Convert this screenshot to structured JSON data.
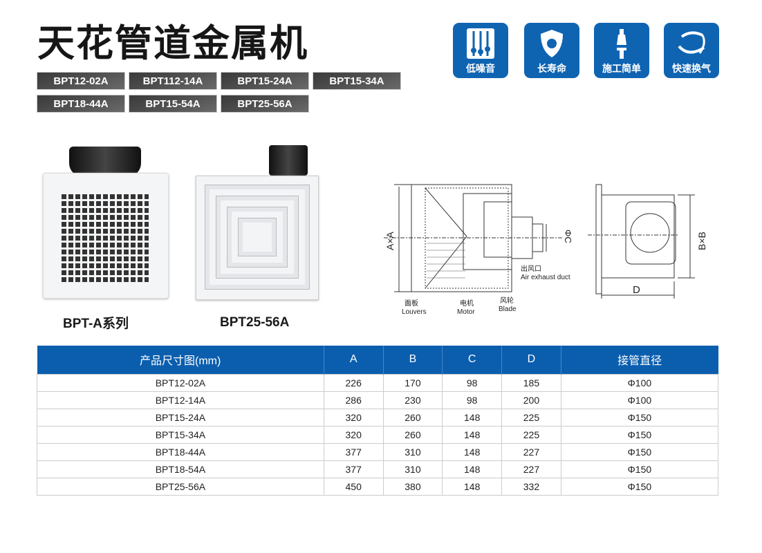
{
  "title": "天花管道金属机",
  "models": [
    "BPT12-02A",
    "BPT112-14A",
    "BPT15-24A",
    "BPT15-34A",
    "BPT18-44A",
    "BPT15-54A",
    "BPT25-56A"
  ],
  "features": [
    {
      "label": "低噪音",
      "icon": "equalizer-icon"
    },
    {
      "label": "长寿命",
      "icon": "shield-icon"
    },
    {
      "label": "施工简单",
      "icon": "screw-icon"
    },
    {
      "label": "快速换气",
      "icon": "airflow-icon"
    }
  ],
  "products": [
    {
      "caption": "BPT-A系列"
    },
    {
      "caption": "BPT25-56A"
    }
  ],
  "diagram": {
    "dim_a": "A×A",
    "dim_b": "B×B",
    "dim_c": "ΦC",
    "dim_d": "D",
    "outlet_cn": "出风口",
    "outlet_en": "Air exhaust duct",
    "louvers_cn": "面板",
    "louvers_en": "Louvers",
    "motor_cn": "电机",
    "motor_en": "Motor",
    "blade_cn": "风轮",
    "blade_en": "Blade"
  },
  "table": {
    "headers": [
      "产品尺寸图(mm)",
      "A",
      "B",
      "C",
      "D",
      "接管直径"
    ],
    "rows": [
      [
        "BPT12-02A",
        "226",
        "170",
        "98",
        "185",
        "Φ100"
      ],
      [
        "BPT12-14A",
        "286",
        "230",
        "98",
        "200",
        "Φ100"
      ],
      [
        "BPT15-24A",
        "320",
        "260",
        "148",
        "225",
        "Φ150"
      ],
      [
        "BPT15-34A",
        "320",
        "260",
        "148",
        "225",
        "Φ150"
      ],
      [
        "BPT18-44A",
        "377",
        "310",
        "148",
        "227",
        "Φ150"
      ],
      [
        "BPT18-54A",
        "377",
        "310",
        "148",
        "227",
        "Φ150"
      ],
      [
        "BPT25-56A",
        "450",
        "380",
        "148",
        "332",
        "Φ150"
      ]
    ]
  }
}
